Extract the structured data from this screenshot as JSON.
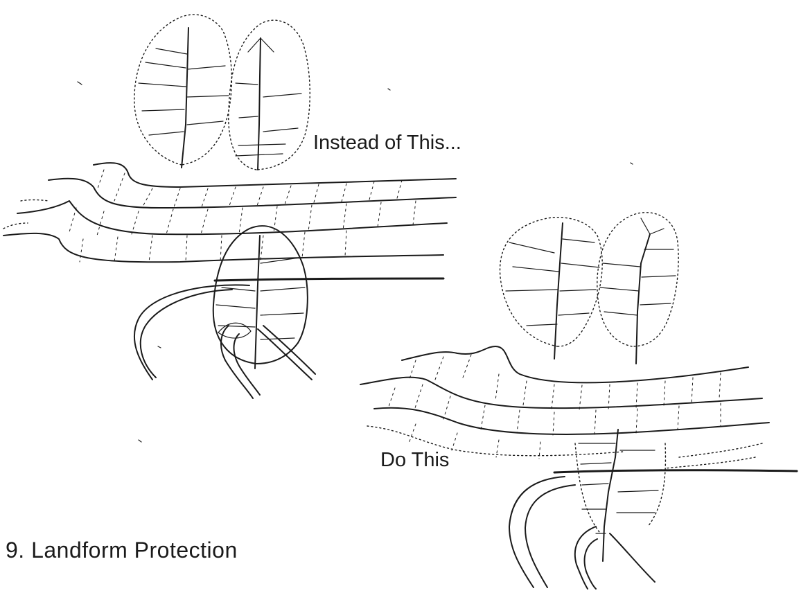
{
  "labels": {
    "instead": "Instead of This...",
    "do": "Do This"
  },
  "caption": "9.  Landform Protection"
}
